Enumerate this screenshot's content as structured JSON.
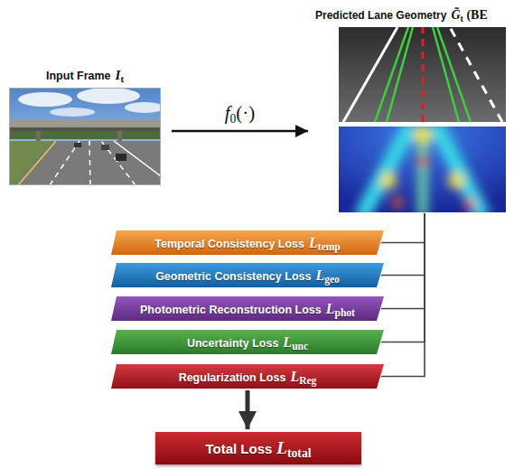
{
  "diagram": {
    "nodes": [
      {
        "text": [
          "Input Frame",
          "It"
        ]
      },
      {
        "text": [
          "Predicted Lane Geometry",
          "G̃t (BE"
        ]
      },
      {
        "text": [
          "Temporal Consistency Loss",
          "Ltemp"
        ]
      },
      {
        "text": [
          "Geometric Consistency Loss",
          "Lgeo"
        ]
      },
      {
        "text": [
          "Photometric Reconstruction Loss",
          "Lphot"
        ]
      },
      {
        "text": [
          "Uncertainty Loss",
          "Lunc"
        ]
      },
      {
        "text": [
          "Regularization Loss",
          "LReg"
        ]
      },
      {
        "text": [
          "Total Loss",
          "Ltotal"
        ]
      }
    ],
    "edges": [
      {
        "from": 0,
        "to": 1,
        "arrow": "to",
        "label": "f0(·)"
      },
      {
        "from": 1,
        "to": 2,
        "arrow": "none"
      },
      {
        "from": 1,
        "to": 3,
        "arrow": "none"
      },
      {
        "from": 1,
        "to": 4,
        "arrow": "none"
      },
      {
        "from": 1,
        "to": 5,
        "arrow": "none"
      },
      {
        "from": 1,
        "to": 6,
        "arrow": "none"
      },
      {
        "from": 6,
        "to": 7,
        "arrow": "to"
      }
    ]
  }
}
